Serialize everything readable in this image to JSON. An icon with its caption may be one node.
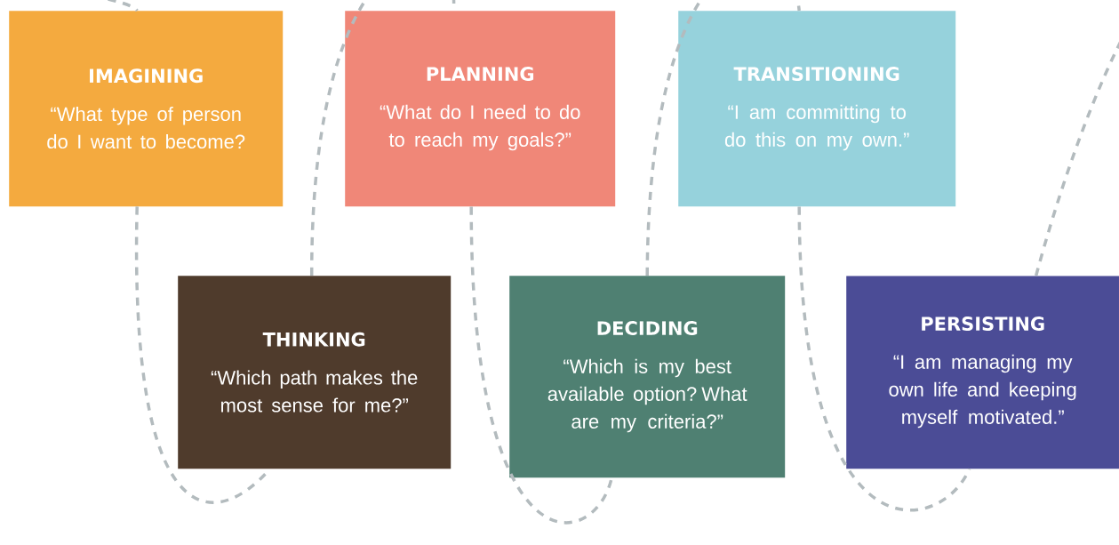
{
  "diagram": {
    "nodes": [
      {
        "text": [
          "IMAGINING",
          "“What type of person do I want to become?"
        ]
      },
      {
        "text": [
          "THINKING",
          "“Which path makes the most sense for me?”"
        ]
      },
      {
        "text": [
          "PLANNING",
          "“What do I need to do to reach my goals?”"
        ]
      },
      {
        "text": [
          "DECIDING",
          "“Which is my best available option? What are my criteria?”"
        ]
      },
      {
        "text": [
          "TRANSITIONING",
          "“I am committing to do this on my own.”"
        ]
      },
      {
        "text": [
          "PERSISTING",
          "“I am managing my own life and keeping myself motivated.”"
        ]
      }
    ],
    "edges": [
      {
        "from": null,
        "to": 0,
        "arrow": "none",
        "style": "dashed"
      },
      {
        "from": 0,
        "to": 1,
        "arrow": "none",
        "style": "dashed"
      },
      {
        "from": 1,
        "to": 2,
        "arrow": "none",
        "style": "dashed"
      },
      {
        "from": 2,
        "to": 3,
        "arrow": "none",
        "style": "dashed"
      },
      {
        "from": 3,
        "to": 4,
        "arrow": "none",
        "style": "dashed"
      },
      {
        "from": 4,
        "to": 5,
        "arrow": "none",
        "style": "dashed"
      },
      {
        "from": 5,
        "to": null,
        "arrow": "none",
        "style": "dashed"
      }
    ]
  }
}
